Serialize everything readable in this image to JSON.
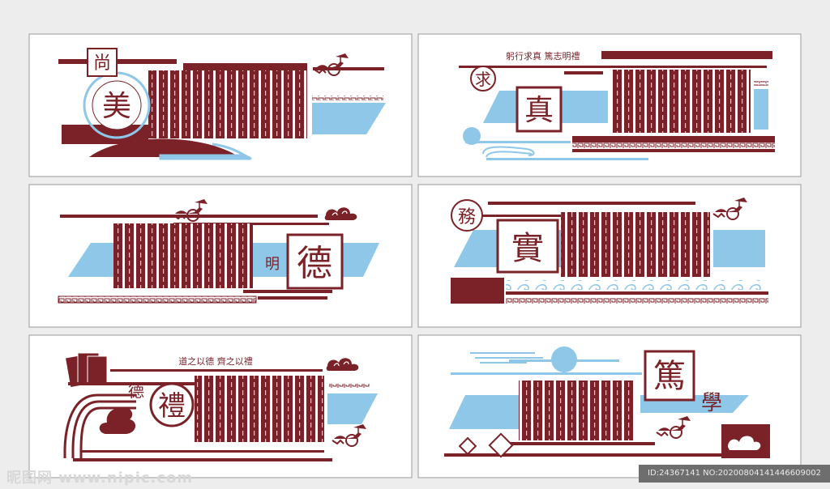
{
  "colors": {
    "maroon": "#7a2228",
    "sky": "#8ec7e8",
    "panel": "#ffffff",
    "background": "#ededed"
  },
  "panels": [
    {
      "id": "p1",
      "big_char": "美",
      "small_char": "尚"
    },
    {
      "id": "p2",
      "big_char": "真",
      "small_char": "求",
      "slogan": "躬行求真 篤志明禮"
    },
    {
      "id": "p3",
      "big_char": "德",
      "small_char": "明"
    },
    {
      "id": "p4",
      "big_char": "實",
      "small_char": "務"
    },
    {
      "id": "p5",
      "big_char": "禮",
      "small_char": "德",
      "slogan": "道之以德 齊之以禮"
    },
    {
      "id": "p6",
      "big_char": "篤",
      "small_char": "學"
    }
  ],
  "watermark": {
    "site": "昵图网 www.nipic.com",
    "id_text": "ID:24367141 NO:20200804141446609002"
  }
}
